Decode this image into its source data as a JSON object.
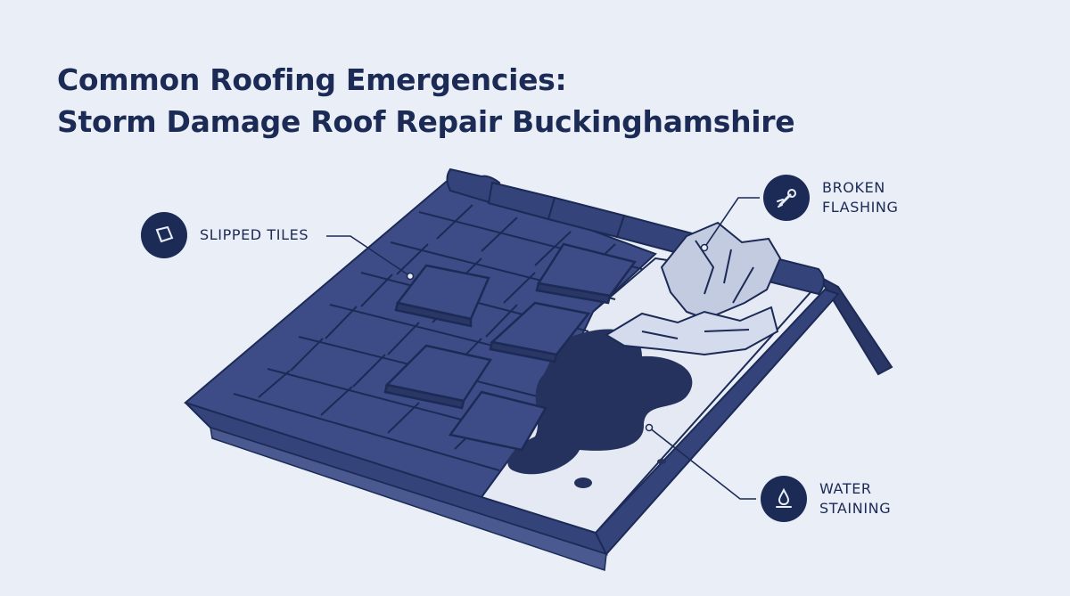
{
  "title": {
    "line1": "Common Roofing Emergencies:",
    "line2": "Storm Damage Roof Repair Buckinghamshire"
  },
  "callouts": {
    "slipped_tiles": {
      "label": "SLIPPED TILES",
      "icon": "slipped-tile-icon"
    },
    "broken_flashing": {
      "line1": "BROKEN",
      "line2": "FLASHING",
      "icon": "wrench-flashing-icon"
    },
    "water_staining": {
      "line1": "WATER",
      "line2": "STAINING",
      "icon": "water-drop-icon"
    }
  },
  "colors": {
    "navy": "#1c2a56",
    "tile": "#3d4c86",
    "tile_dark": "#2a3766",
    "underlay": "#e4e9f4",
    "stain": "#25325e",
    "flashing": "#c3cbe0",
    "background": "#e9eef7"
  }
}
